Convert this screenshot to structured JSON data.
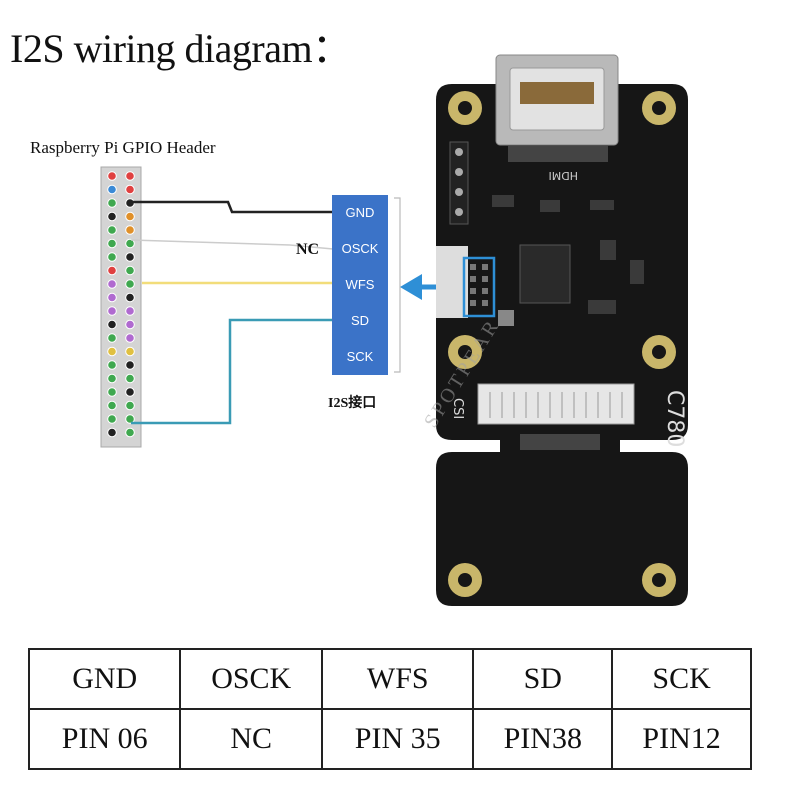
{
  "title": "I2S wiring diagram：",
  "gpio_header": {
    "title": "Raspberry Pi GPIO Header"
  },
  "i2s_pins": [
    "GND",
    "OSCK",
    "WFS",
    "SD",
    "SCK"
  ],
  "nc_label": "NC",
  "i2s_caption": "I2S接口",
  "board": {
    "hdmi_label": "HDMI",
    "csi_label": "CSI",
    "model_label": "C780"
  },
  "watermark": "SPOTPEAR",
  "table": {
    "headers": [
      "GND",
      "OSCK",
      "WFS",
      "SD",
      "SCK"
    ],
    "values": [
      "PIN 06",
      "NC",
      "PIN 35",
      "PIN38",
      "PIN12"
    ]
  },
  "colors": {
    "gnd_wire": "#222222",
    "osck_wire": "#cccccc",
    "wfs_wire": "#f2dd7a",
    "sd_wire": "#3a9bb5",
    "i2s_block": "#3b73c8",
    "arrow": "#2e8fd6",
    "pcb": "#161616",
    "pad": "#c9b66a"
  }
}
